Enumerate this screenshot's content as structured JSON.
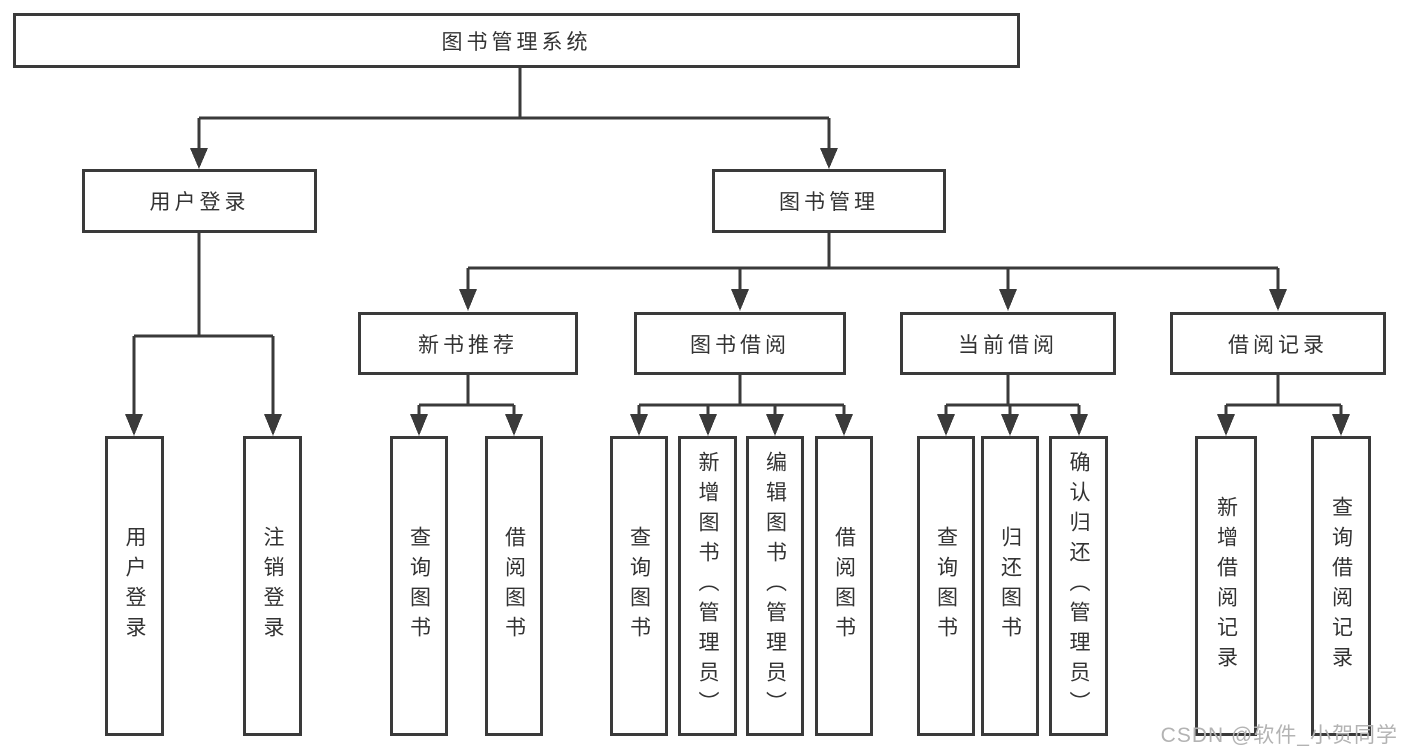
{
  "root": {
    "label": "图书管理系统"
  },
  "level1": [
    {
      "label": "用户登录"
    },
    {
      "label": "图书管理"
    }
  ],
  "categories": [
    {
      "label": "新书推荐"
    },
    {
      "label": "图书借阅"
    },
    {
      "label": "当前借阅"
    },
    {
      "label": "借阅记录"
    }
  ],
  "leaves": [
    {
      "label": "用户登录"
    },
    {
      "label": "注销登录"
    },
    {
      "label": "查询图书"
    },
    {
      "label": "借阅图书"
    },
    {
      "label": "查询图书"
    },
    {
      "label": "新增图书（管理员）"
    },
    {
      "label": "编辑图书（管理员）"
    },
    {
      "label": "借阅图书"
    },
    {
      "label": "查询图书"
    },
    {
      "label": "归还图书"
    },
    {
      "label": "确认归还（管理员）"
    },
    {
      "label": "新增借阅记录"
    },
    {
      "label": "查询借阅记录"
    }
  ],
  "watermark": "CSDN @软件_小贺同学",
  "colors": {
    "line": "#3a3a3a",
    "border": "#3a3a3a",
    "text": "#333333",
    "box_fill": "#ffffff",
    "watermark": "#b3b3b3"
  }
}
